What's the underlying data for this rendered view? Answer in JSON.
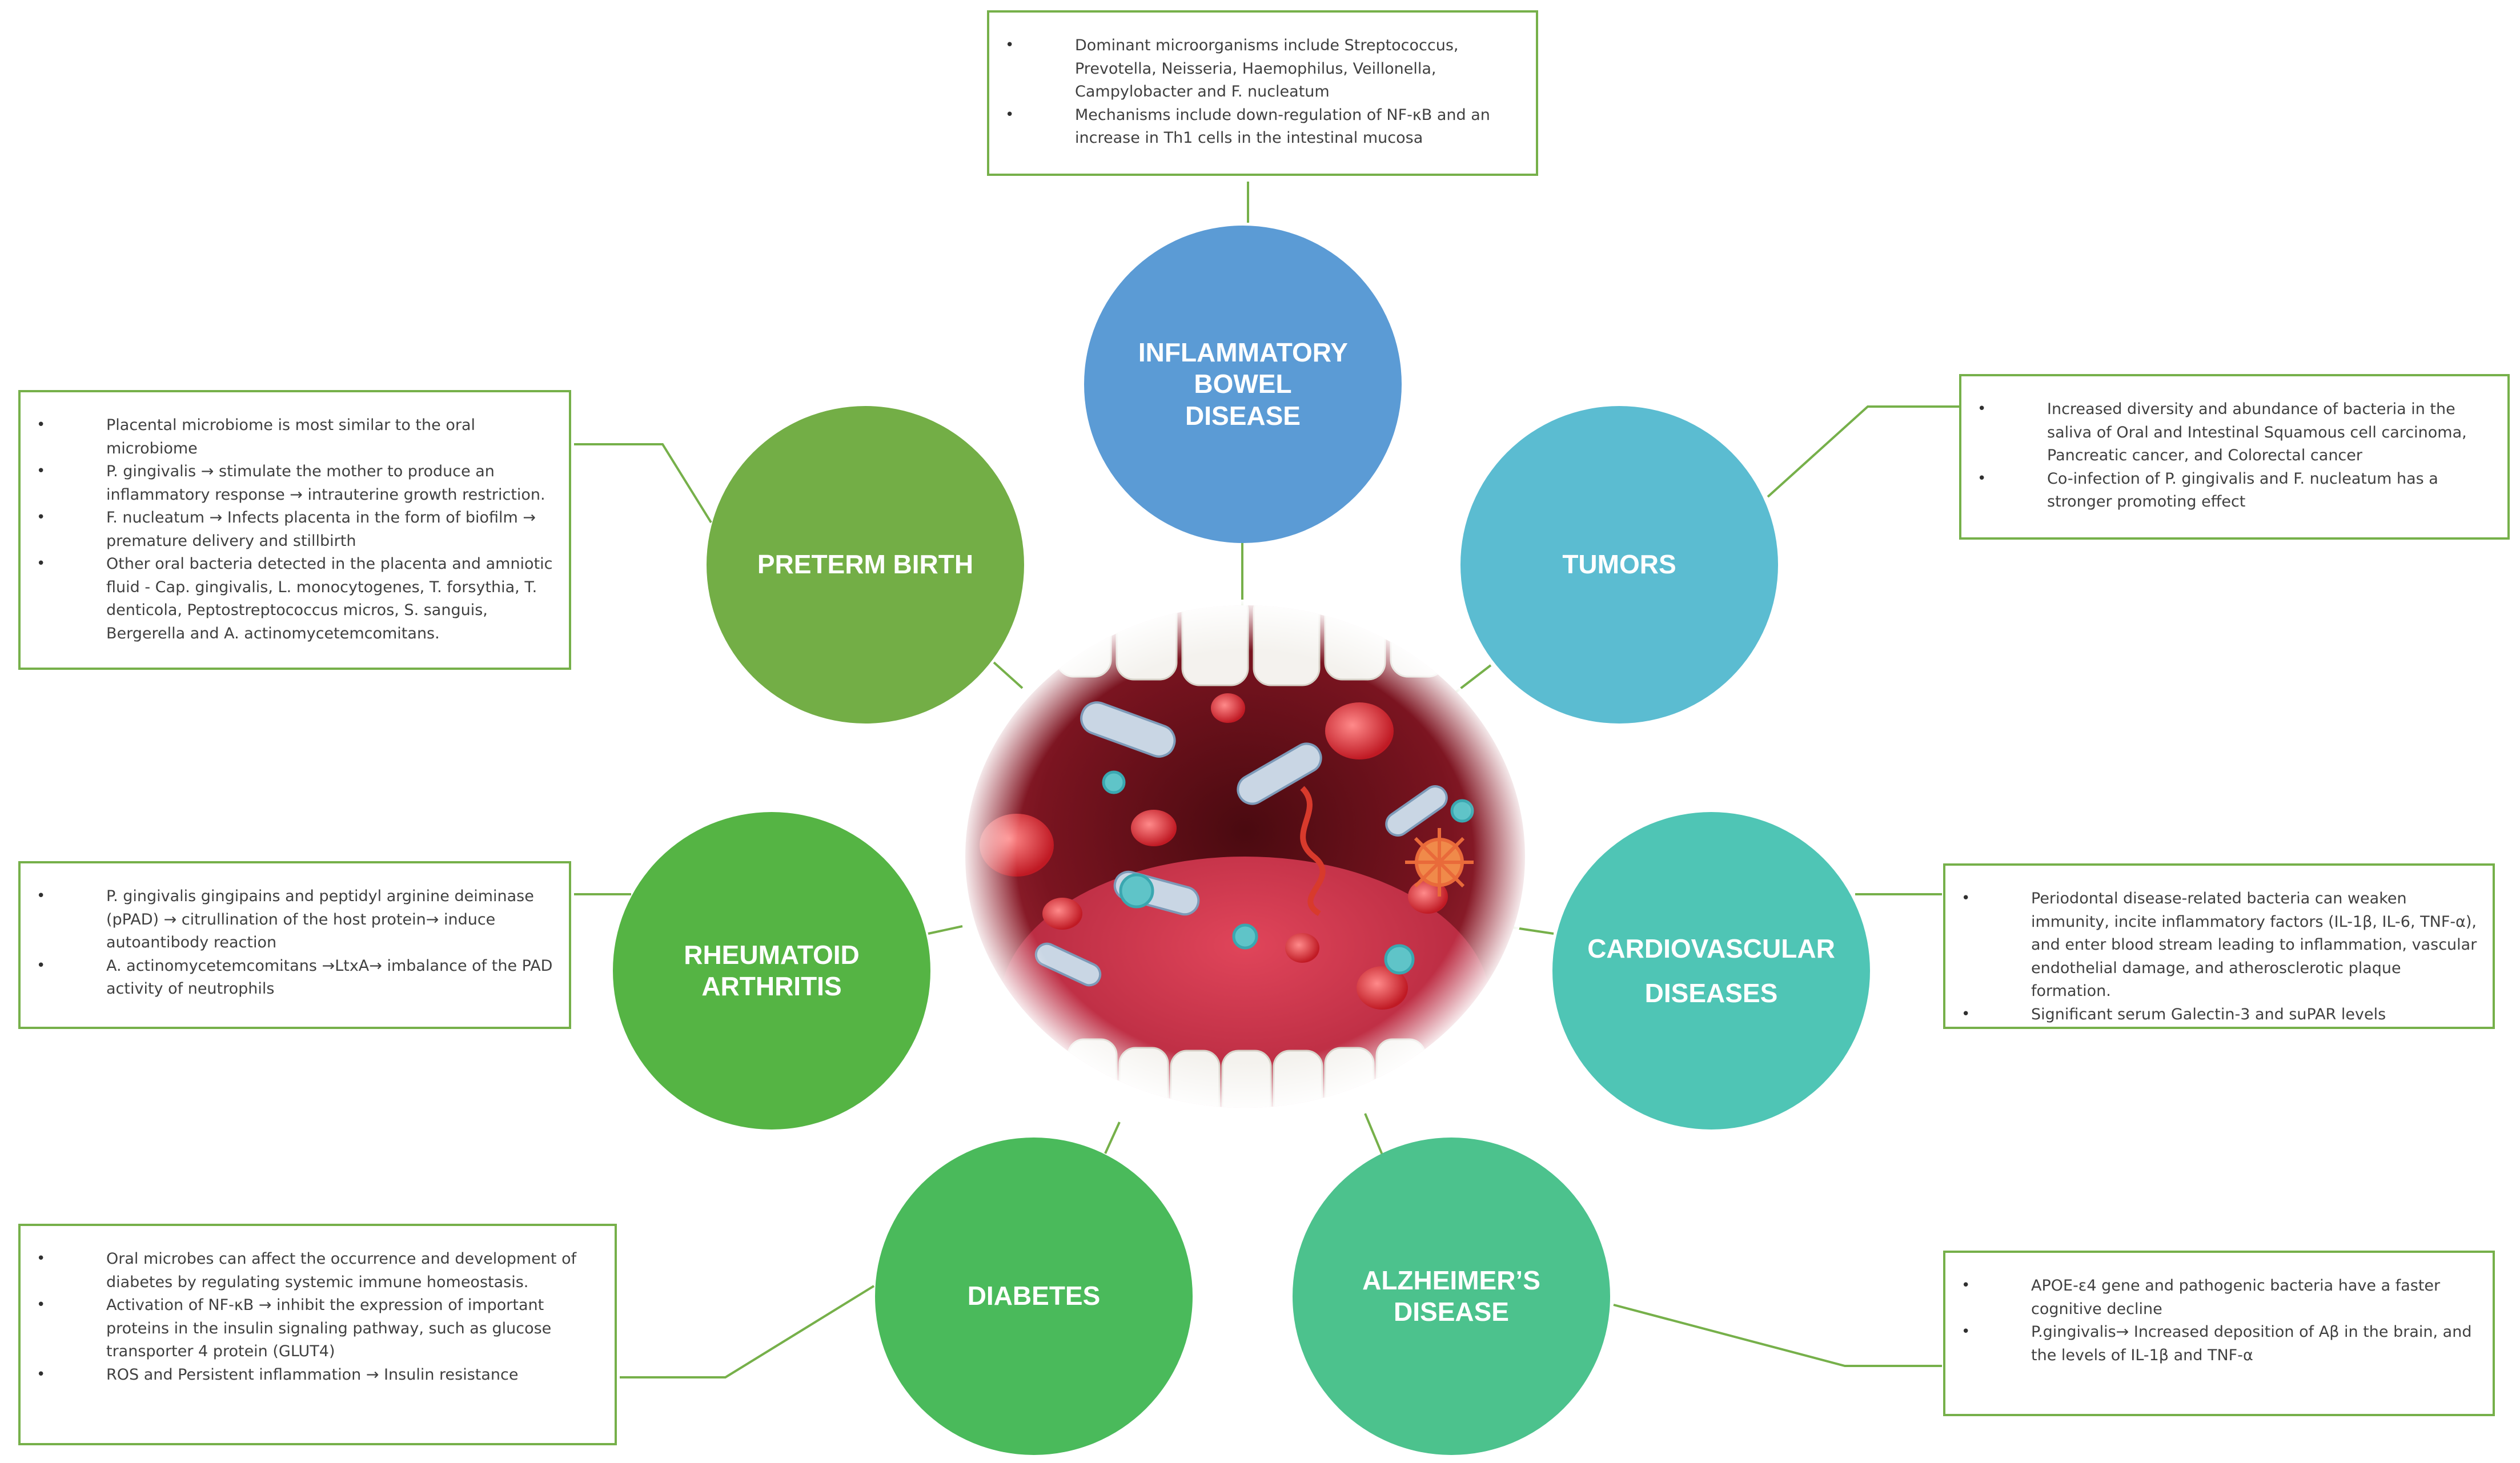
{
  "nodes": {
    "ibd": {
      "label": "INFLAMMATORY BOWEL DISEASE",
      "color": "#5b9bd5"
    },
    "tumors": {
      "label": "TUMORS",
      "color": "#5bbcd1"
    },
    "cardio": {
      "label": "CARDIOVASCULAR DISEASES",
      "color": "#4fc5b5"
    },
    "alzheimers": {
      "label": "ALZHEIMER’S DISEASE",
      "color": "#4cc28d"
    },
    "diabetes": {
      "label": "DIABETES",
      "color": "#4aba5b"
    },
    "ra": {
      "label": "RHEUMATOID ARTHRITIS",
      "color": "#55b444"
    },
    "preterm": {
      "label": "PRETERM BIRTH",
      "color": "#73ae46"
    }
  },
  "colors": {
    "box_border": "#76b04a",
    "connector": "#76b04a",
    "text": "#404040"
  },
  "boxes": {
    "ibd": [
      "Dominant microorganisms include Streptococcus, Prevotella, Neisseria, Haemophilus, Veillonella, Campylobacter and F. nucleatum",
      "Mechanisms include down-regulation of NF-κB and an increase in Th1 cells in the intestinal mucosa"
    ],
    "tumors": [
      "Increased diversity and abundance of bacteria in the saliva of Oral and Intestinal Squamous cell carcinoma, Pancreatic cancer, and Colorectal cancer",
      "Co-infection of P. gingivalis and F. nucleatum has a stronger promoting effect"
    ],
    "cardio": [
      "Periodontal disease-related bacteria can weaken immunity, incite inflammatory factors (IL-1β, IL-6, TNF-α), and enter blood stream leading to inflammation, vascular endothelial damage, and atherosclerotic plaque formation.",
      "Significant serum Galectin-3 and suPAR levels"
    ],
    "alzheimers": [
      "APOE-ε4 gene and pathogenic bacteria have a faster cognitive decline",
      "P.gingivalis→ Increased deposition of Aβ in the brain, and the levels of IL-1β and TNF-α"
    ],
    "diabetes": [
      "Oral microbes can affect the occurrence and development of diabetes by regulating systemic immune homeostasis.",
      "Activation of NF-κB → inhibit the expression of important proteins in the insulin signaling pathway, such as glucose transporter 4 protein (GLUT4)",
      "ROS and Persistent inflammation → Insulin resistance"
    ],
    "ra": [
      "P. gingivalis gingipains and peptidyl arginine deiminase (pPAD) → citrullination of the host protein→ induce autoantibody reaction",
      "A. actinomycetemcomitans →LtxA→ imbalance of the PAD activity of neutrophils"
    ],
    "preterm": [
      "Placental microbiome is most similar to the oral microbiome",
      "P. gingivalis → stimulate the mother to produce an inflammatory response → intrauterine growth restriction.",
      "F. nucleatum → Infects placenta in the form of biofilm → premature delivery and stillbirth",
      "Other oral bacteria detected in the placenta and amniotic fluid - Cap. gingivalis, L. monocytogenes, T. forsythia, T. denticola, Peptostreptococcus micros, S. sanguis, Bergerella and A. actinomycetemcomitans."
    ]
  },
  "center_image": "open-mouth-with-oral-bacteria"
}
